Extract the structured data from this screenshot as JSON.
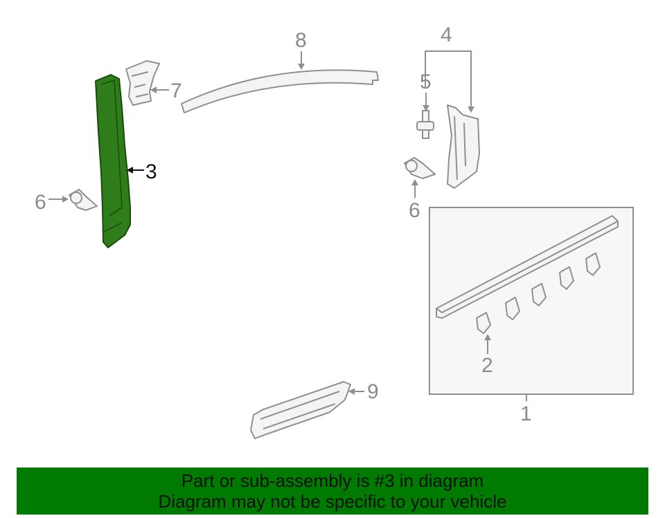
{
  "diagram": {
    "highlight_color": "#2e7d1a",
    "callouts": {
      "c1": "1",
      "c2": "2",
      "c3": "3",
      "c4": "4",
      "c5": "5",
      "c6a": "6",
      "c6b": "6",
      "c7": "7",
      "c8": "8",
      "c9": "9"
    },
    "highlighted_part": "3"
  },
  "footer": {
    "line1": "Part or sub-assembly is #3 in diagram",
    "line2": "Diagram may not be specific to your vehicle",
    "background": "#007a00"
  }
}
